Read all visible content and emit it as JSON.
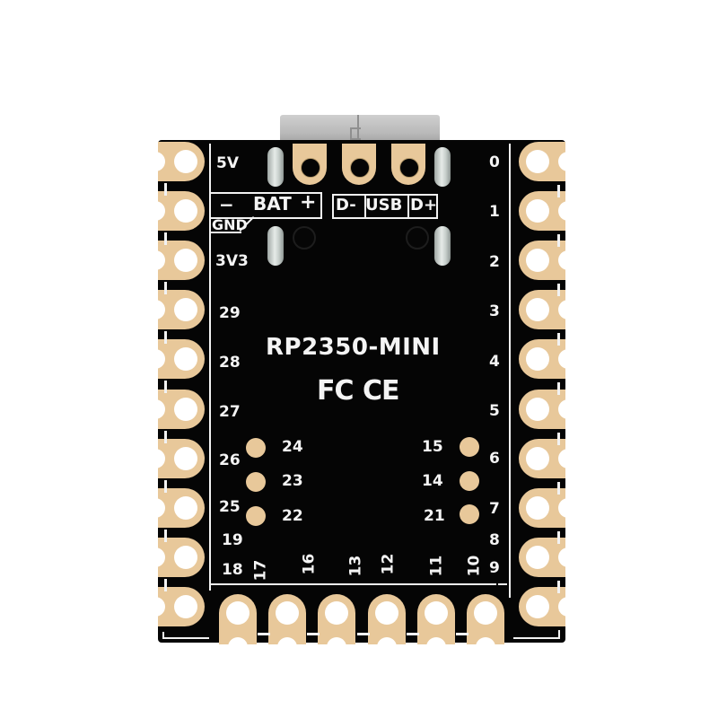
{
  "board": {
    "name": "RP2350-MINI",
    "certifications": [
      "FC",
      "CE"
    ],
    "colors": {
      "pcb": "#050505",
      "gold": "#e8c89a",
      "silkscreen": "#f2f2f2",
      "usb_shell": "#bfbfbf",
      "background": "#ffffff"
    }
  },
  "usb": {
    "label": "USB",
    "dminus": "D-",
    "dplus": "D+"
  },
  "battery": {
    "minus": "−",
    "label": "BAT",
    "plus": "+"
  },
  "left_labels": [
    "5V",
    "GND",
    "3V3",
    "29",
    "28",
    "27",
    "26",
    "25",
    "19",
    "18"
  ],
  "right_labels": [
    "0",
    "1",
    "2",
    "3",
    "4",
    "5",
    "6",
    "7",
    "8",
    "9"
  ],
  "bottom_labels": [
    "17",
    "16",
    "13",
    "12",
    "11",
    "10"
  ],
  "inner_left_pads": [
    "24",
    "23",
    "22"
  ],
  "inner_right_pads": [
    "15",
    "14",
    "21"
  ]
}
